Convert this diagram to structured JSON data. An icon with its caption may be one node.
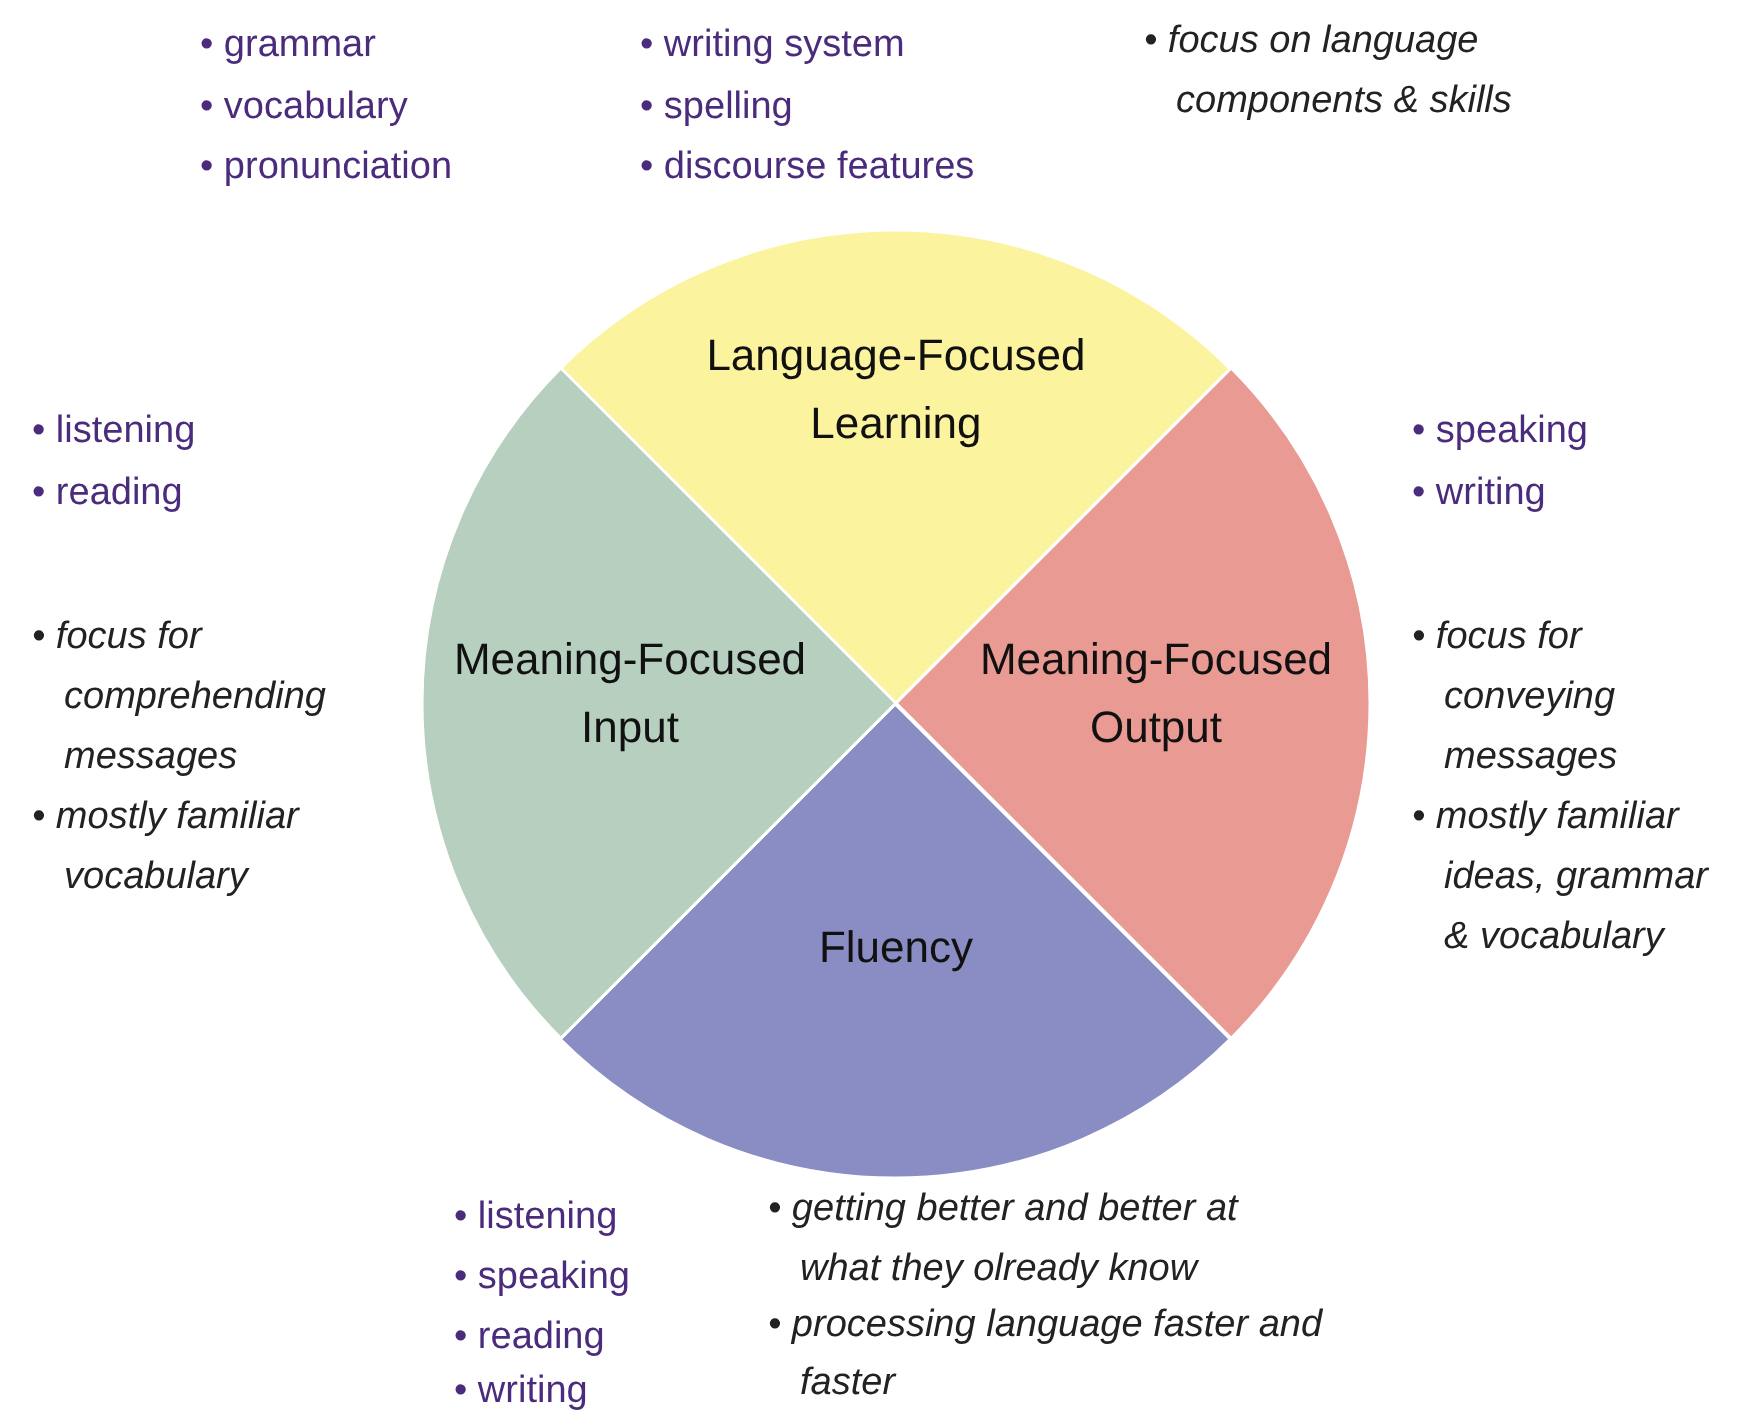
{
  "diagram": {
    "nodes": [
      {
        "text": [
          "Language-Focused Learning"
        ]
      },
      {
        "text": [
          "Meaning-Focused Output"
        ]
      },
      {
        "text": [
          "Fluency"
        ]
      },
      {
        "text": [
          "Meaning-Focused Input"
        ]
      }
    ],
    "labels": [
      "• grammar",
      "• vocabulary",
      "• pronunciation",
      "• writing system",
      "• spelling",
      "• discourse features",
      "• focus on language components & skills",
      "• listening",
      "• reading",
      "• speaking",
      "• writing",
      "• focus for comprehending messages",
      "• mostly familiar vocabulary",
      "• focus for conveying messages",
      "• mostly familiar ideas, grammar & vocabulary",
      "• listening",
      "• speaking",
      "• reading",
      "• writing",
      "• getting better and better at what they olready know",
      "• processing language faster and faster"
    ]
  }
}
